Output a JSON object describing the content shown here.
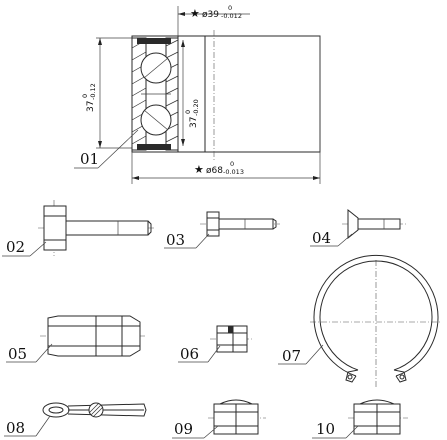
{
  "dimensions": {
    "inner_diameter": {
      "star": "★",
      "value": "ø39",
      "tol_upper": "0",
      "tol_lower": "-0.012"
    },
    "outer_diameter": {
      "star": "★",
      "value": "ø68",
      "tol_upper": "0",
      "tol_lower": "-0.013"
    },
    "width_outer": {
      "value": "37",
      "tol_upper": "0",
      "tol_lower": "-0.12"
    },
    "width_inner": {
      "value": "37",
      "tol_upper": "0",
      "tol_lower": "-0.20"
    }
  },
  "part_labels": {
    "bearing": "01",
    "hex_bolt": "02",
    "small_bolt": "03",
    "countersunk_screw": "04",
    "hex_nut": "05",
    "small_nut": "06",
    "circlip": "07",
    "cotter_pin": "08",
    "lock_nut_a": "09",
    "lock_nut_b": "10"
  }
}
